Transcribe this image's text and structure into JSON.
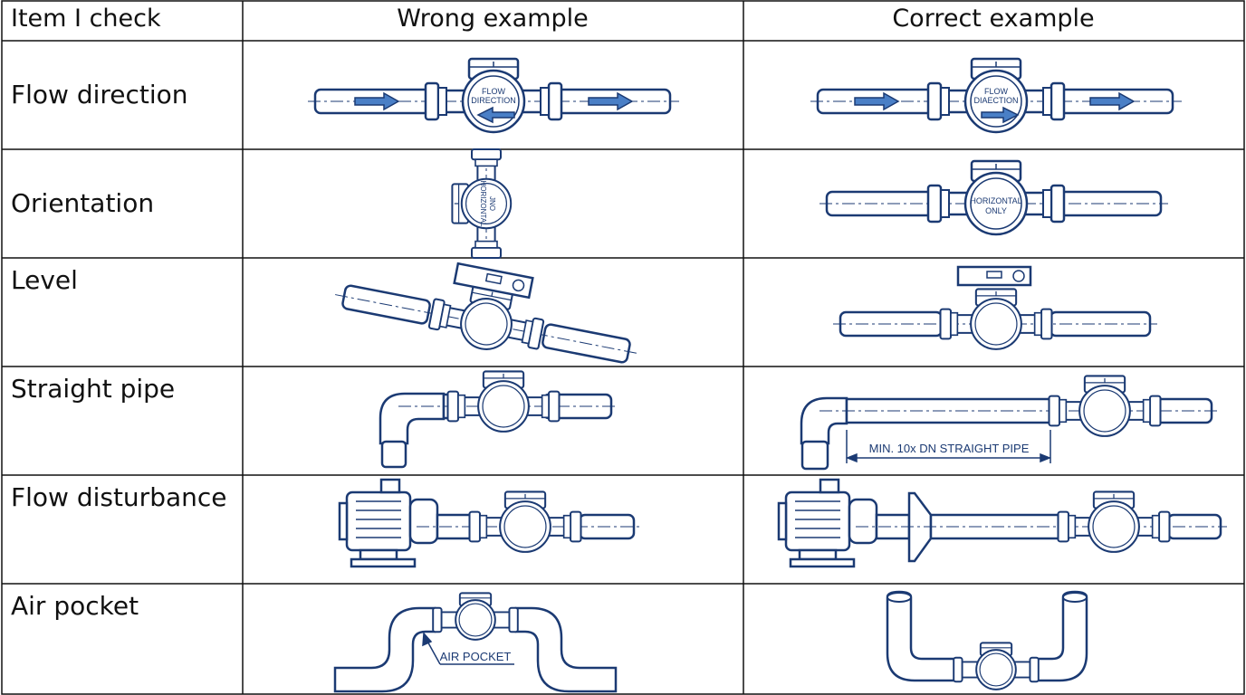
{
  "headers": {
    "item": "Item I check",
    "wrong": "Wrong example",
    "correct": "Correct example"
  },
  "rows": [
    {
      "label": "Flow direction",
      "wrong": {
        "meter_text": [
          "FLOW",
          "DIRECTION"
        ]
      },
      "correct": {
        "meter_text": [
          "FLOW",
          "DIAECTION"
        ]
      }
    },
    {
      "label": "Orientation",
      "wrong": {
        "meter_text": [
          "JNO",
          "HORIZONTAL"
        ]
      },
      "correct": {
        "meter_text": [
          "HORIZONTAL",
          "ONLY"
        ]
      }
    },
    {
      "label": "Level"
    },
    {
      "label": "Straight pipe",
      "correct": {
        "dimension": "MIN. 10x DN STRAIGHT PIPE"
      }
    },
    {
      "label": "Flow disturbance"
    },
    {
      "label": "Air pocket",
      "wrong": {
        "callout": "AIR POCKET"
      }
    }
  ],
  "colors": {
    "ink": "#1b3a73",
    "flow_arrow": "#4a7fc6",
    "grid": "#111111",
    "text": "#111111"
  },
  "icons": [
    "flow-meter-icon",
    "pipe-icon",
    "elbow-icon",
    "pump-motor-icon",
    "spirit-level-icon",
    "flange-icon"
  ]
}
